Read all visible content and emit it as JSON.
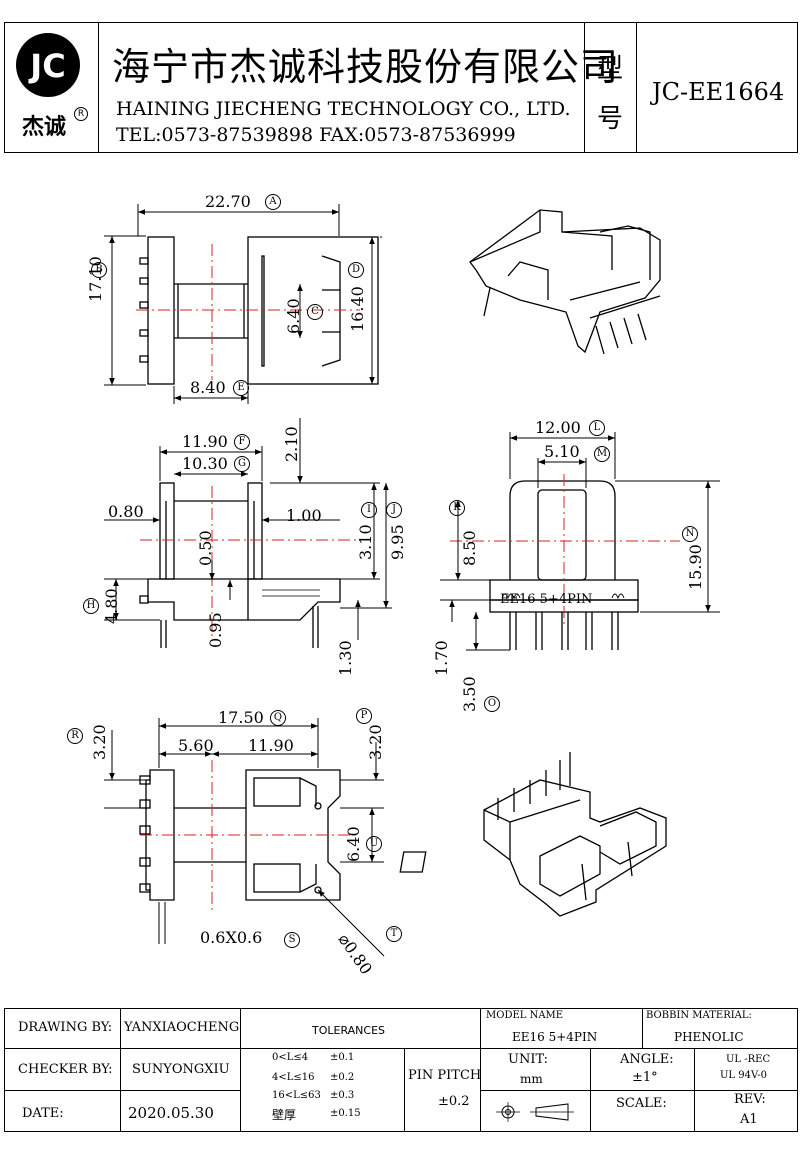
{
  "header": {
    "logo_text": "JC",
    "logo_cn": "杰诚",
    "logo_reg": "R",
    "company_cn": "海宁市杰诚科技股份有限公司",
    "company_en": "HAINING  JIECHENG  TECHNOLOGY  CO.,  LTD.",
    "contact": "TEL:0573-87539898   FAX:0573-87536999",
    "model_label_1": "型",
    "model_label_2": "号",
    "model_value": "JC-EE1664"
  },
  "dims": {
    "top_width": "22.70",
    "top_height_b": "17.10",
    "top_d": "16.40",
    "top_c": "6.40",
    "top_e": "8.40",
    "side_f": "11.90",
    "side_g": "10.30",
    "side_210": "2.10",
    "side_080": "0.80",
    "side_100": "1.00",
    "side_050": "0.50",
    "side_310": "3.10",
    "side_995": "9.95",
    "side_480": "4.80",
    "side_095": "0.95",
    "side_130": "1.30",
    "front_l": "12.00",
    "front_m": "5.10",
    "front_k": "8.50",
    "front_n": "15.90",
    "front_170": "1.70",
    "front_350": "3.50",
    "front_label": "EE16 5+4PIN",
    "bot_q": "17.50",
    "bot_560": "5.60",
    "bot_1190": "11.90",
    "bot_r": "3.20",
    "bot_p": "3.20",
    "bot_u": "6.40",
    "bot_s": "0.6X0.6",
    "bot_t": "0.80"
  },
  "markers": [
    "A",
    "B",
    "C",
    "D",
    "E",
    "F",
    "G",
    "H",
    "I",
    "J",
    "K",
    "L",
    "M",
    "N",
    "O",
    "P",
    "Q",
    "R",
    "S",
    "T",
    "U"
  ],
  "footer": {
    "drawing_by_label": "DRAWING  BY:",
    "drawing_by": "YANXIAOCHENG",
    "checker_by_label": "CHECKER  BY:",
    "checker_by": "SUNYONGXIU",
    "date_label": "DATE:",
    "date": "2020.05.30",
    "tolerances_label": "TOLERANCES",
    "tol_rows": [
      {
        "range": "0<L≤4",
        "value": "±0.1"
      },
      {
        "range": "4<L≤16",
        "value": "±0.2"
      },
      {
        "range": "16<L≤63",
        "value": "±0.3"
      },
      {
        "range": "壁厚",
        "value": "±0.15"
      }
    ],
    "pin_pitch_label": "PIN PITCH",
    "pin_pitch_value": "±0.2",
    "model_name_label": "MODEL NAME",
    "model_name": "EE16 5+4PIN",
    "bobbin_material_label": "BOBBIN MATERIAL:",
    "bobbin_material": "PHENOLIC",
    "unit_label": "UNIT:",
    "unit": "mm",
    "angle_label": "ANGLE:",
    "angle": "±1°",
    "ul_rec": "UL -REC",
    "ul_94": "UL  94V-0",
    "scale_label": "SCALE:",
    "rev_label": "REV:",
    "rev": "A1"
  }
}
